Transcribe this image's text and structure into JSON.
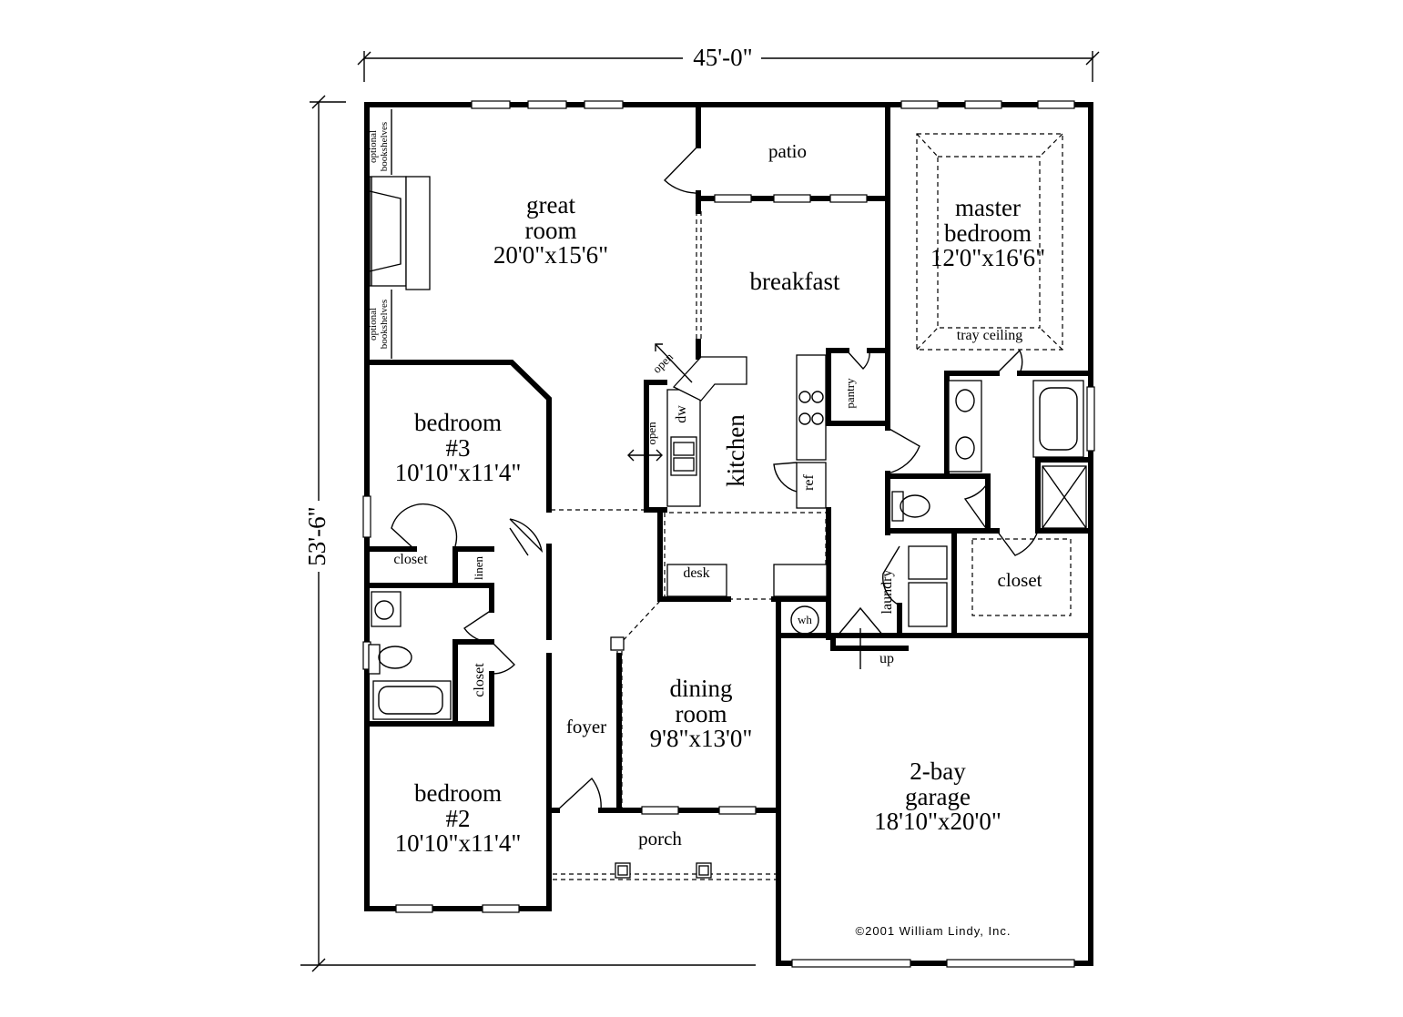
{
  "dimensions": {
    "width": "45'-0\"",
    "depth": "53'-6\""
  },
  "rooms": {
    "great_room": {
      "name_line1": "great",
      "name_line2": "room",
      "size": "20'0\"x15'6\""
    },
    "master_bedroom": {
      "name_line1": "master",
      "name_line2": "bedroom",
      "size": "12'0\"x16'6\"",
      "note": "tray ceiling"
    },
    "patio": "patio",
    "breakfast": "breakfast",
    "kitchen": "kitchen",
    "pantry": "pantry",
    "bedroom3": {
      "name_line1": "bedroom",
      "name_line2": "#3",
      "size": "10'10\"x11'4\""
    },
    "bedroom2": {
      "name_line1": "bedroom",
      "name_line2": "#2",
      "size": "10'10\"x11'4\""
    },
    "dining_room": {
      "name_line1": "dining",
      "name_line2": "room",
      "size": "9'8\"x13'0\""
    },
    "garage": {
      "name_line1": "2-bay",
      "name_line2": "garage",
      "size": "18'10\"x20'0\""
    },
    "foyer": "foyer",
    "porch": "porch",
    "laundry": "laundry",
    "master_closet": "closet",
    "bedroom3_closet": "closet",
    "bedroom2_closet": "closet",
    "linen": "linen",
    "desk": "desk"
  },
  "fixtures": {
    "optional_bookshelves_line1": "optional",
    "optional_bookshelves_line2": "bookshelves",
    "dishwasher": "dw",
    "refrigerator": "ref",
    "water_heater": "wh",
    "stairs_up": "up",
    "open_left": "open",
    "open_diag": "open"
  },
  "copyright": "©2001 William Lindy, Inc."
}
